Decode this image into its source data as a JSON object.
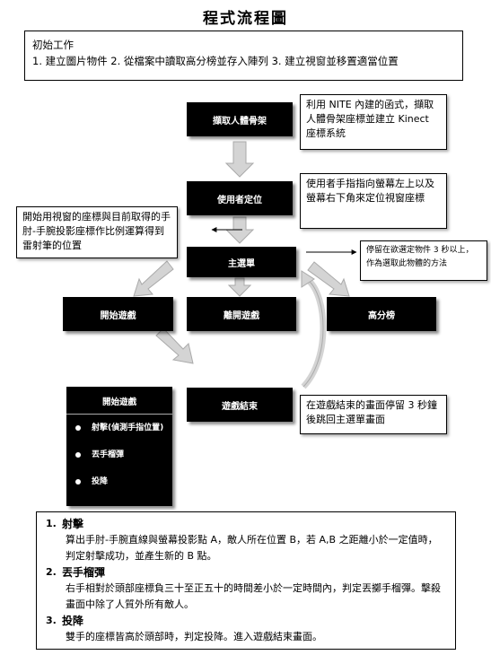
{
  "title": "程式流程圖",
  "init": {
    "heading": "初始工作",
    "steps": "1.  建立圖片物件  2.  從檔案中讀取高分榜並存入陣列  3.  建立視窗並移置適當位置"
  },
  "nodes": {
    "skeleton": "擷取人體骨架",
    "locate": "使用者定位",
    "main_menu": "主選單",
    "start_game": "開始遊戲",
    "leave_game": "離開遊戲",
    "high_score": "高分榜",
    "game_over": "遊戲結束"
  },
  "notes": {
    "skeleton": "利用 NITE 內建的函式，擷取人體骨架座標並建立 Kinect 座標系統",
    "locate": "使用者手指指向螢幕左上以及螢幕右下角來定位視窗座標",
    "mapping": "開始用視窗的座標與目前取得的手肘-手腕投影座標作比例運算得到雷射筆的位置",
    "select": "停留在欲選定物件 3 秒以上，作為選取此物體的方法",
    "game_over": "在遊戲結束的畫面停留 3 秒鐘後跳回主選單畫面"
  },
  "game_menu": {
    "title": "開始遊戲",
    "items": [
      "射擊(偵測手指位置)",
      "丟手榴彈",
      "投降"
    ]
  },
  "details": [
    {
      "num": "1.",
      "head": "射擊",
      "body": "算出手肘-手腕直線與螢幕投影點 A，敵人所在位置 B，若 A,B 之距離小於一定值時，判定射擊成功，並產生新的 B 點。"
    },
    {
      "num": "2.",
      "head": "丟手榴彈",
      "body": "右手相對於頭部座標負三十至正五十的時間差小於一定時間內，判定丟擲手榴彈。擊殺畫面中除了人質外所有敵人。"
    },
    {
      "num": "3.",
      "head": "投降",
      "body": "雙手的座標皆高於頭部時，判定投降。進入遊戲結束畫面。"
    }
  ]
}
